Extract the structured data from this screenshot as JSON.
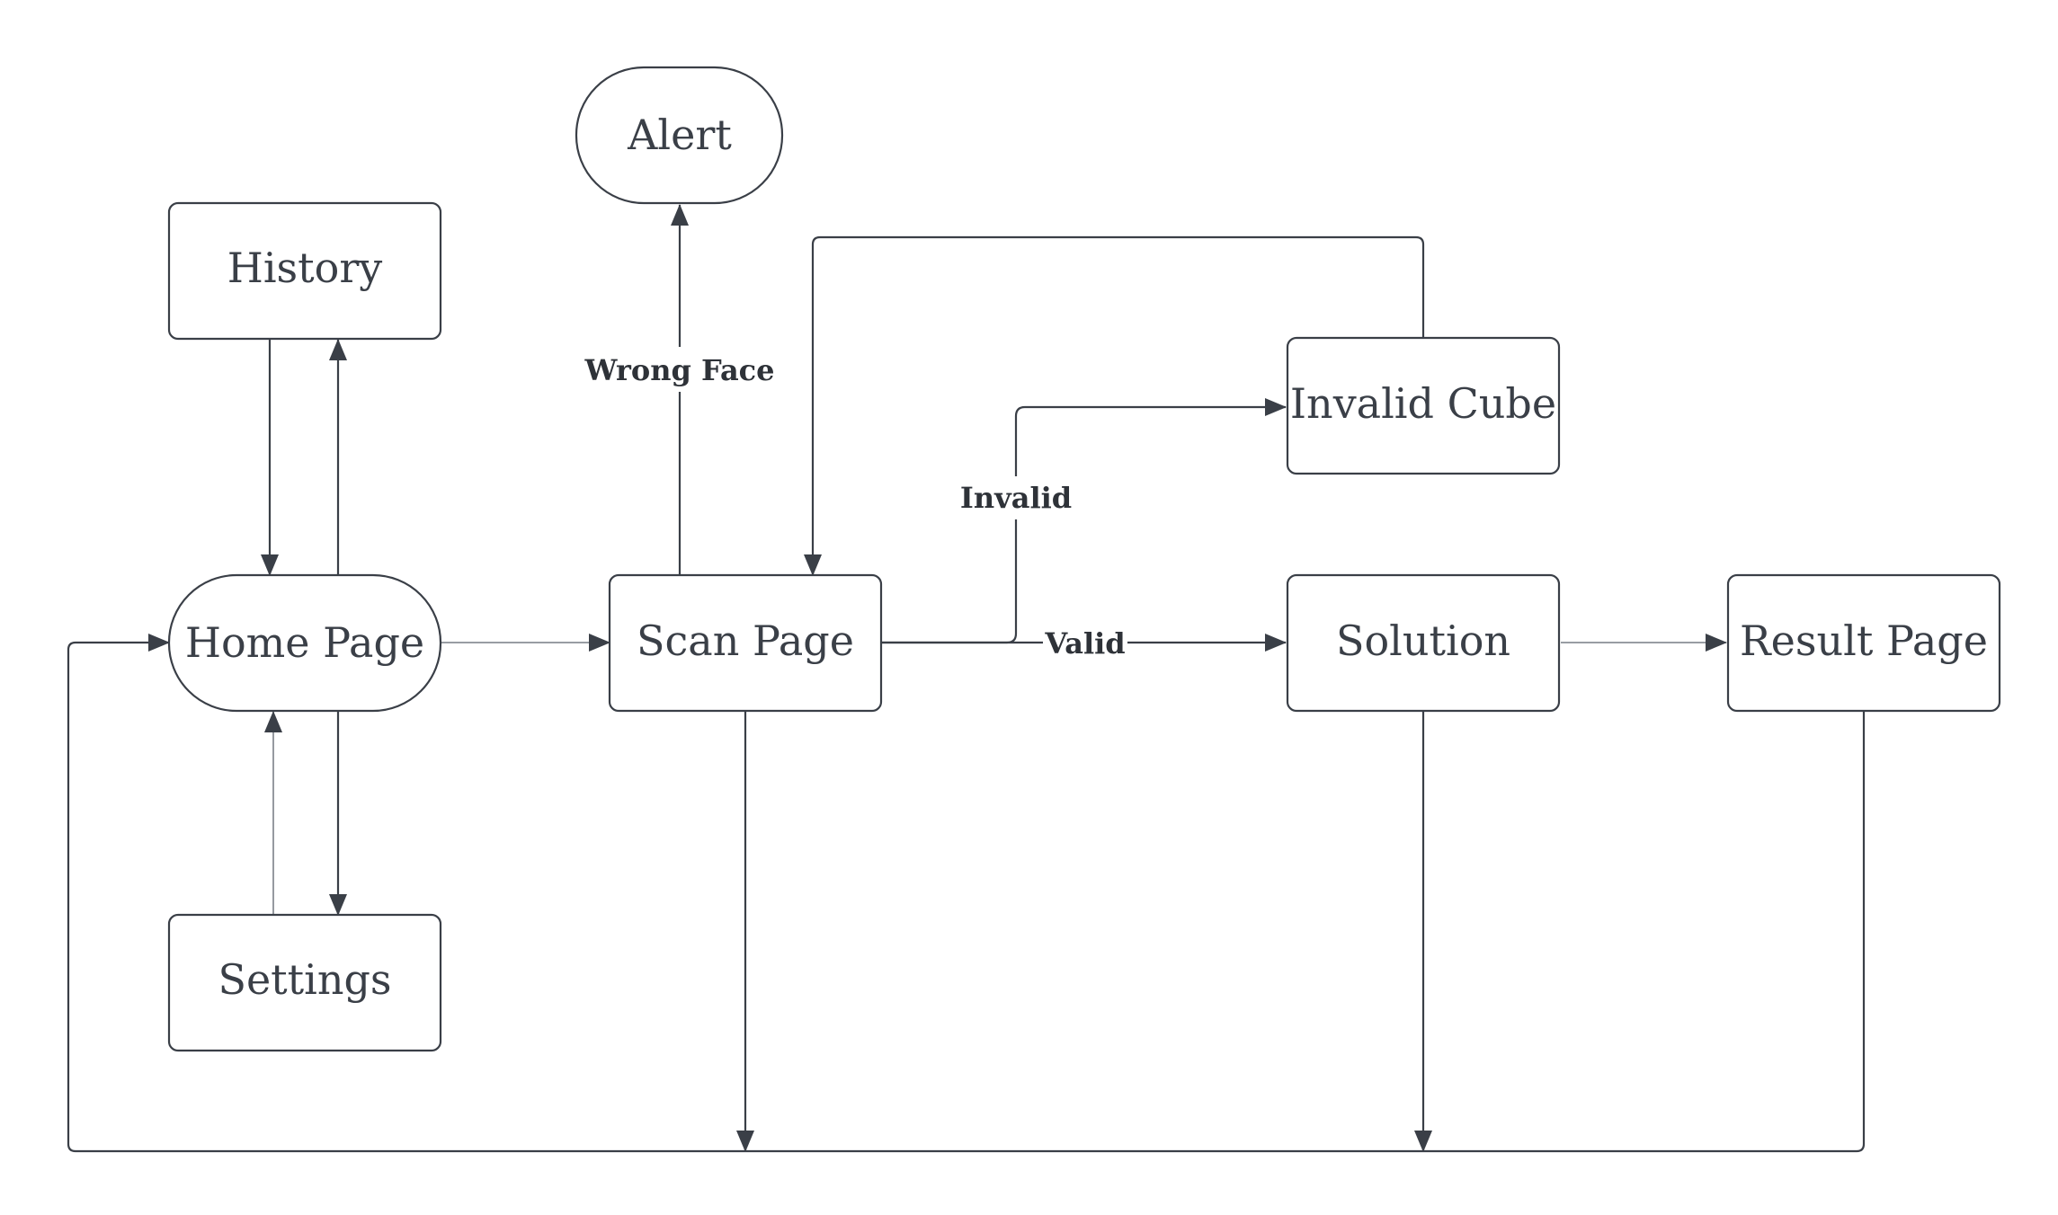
{
  "nodes": {
    "alert": "Alert",
    "history": "History",
    "home": "Home Page",
    "settings": "Settings",
    "scan": "Scan Page",
    "invalid_cube": "Invalid Cube",
    "solution": "Solution",
    "result": "Result Page"
  },
  "edge_labels": {
    "wrong_face": "Wrong Face",
    "invalid": "Invalid",
    "valid": "Valid"
  },
  "colors": {
    "stroke": "#3a3f47",
    "light_stroke": "#8a8f96",
    "background": "#ffffff"
  }
}
